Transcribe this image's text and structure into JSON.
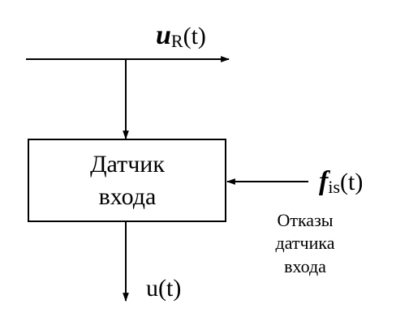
{
  "diagram": {
    "input_signal": {
      "symbol": "u",
      "subscript": "R",
      "argument": "(t)"
    },
    "sensor_block": {
      "line1": "Датчик",
      "line2": "входа"
    },
    "fault_signal": {
      "symbol": "f",
      "subscript": "is",
      "argument": "(t)"
    },
    "fault_caption": {
      "line1": "Отказы",
      "line2": "датчика",
      "line3": "входа"
    },
    "output_signal": {
      "label": "u(t)"
    }
  },
  "colors": {
    "stroke": "#000000",
    "background": "#ffffff"
  }
}
